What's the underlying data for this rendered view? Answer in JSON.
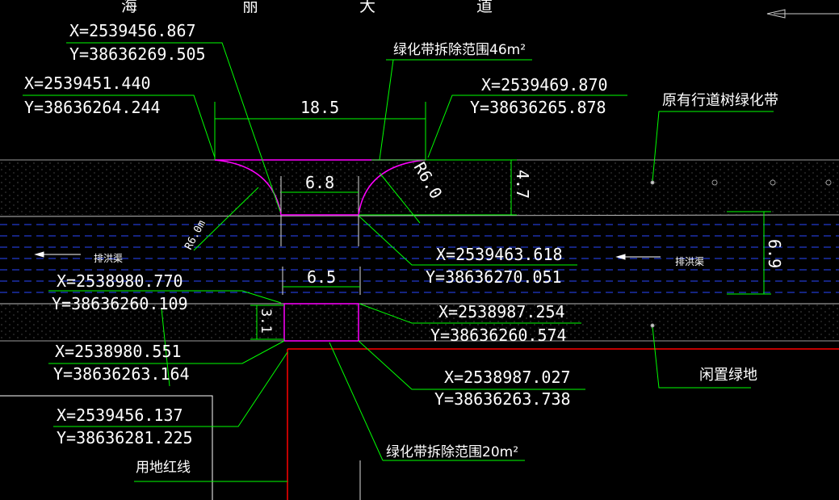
{
  "road_name_chars": [
    "海",
    "丽",
    "大",
    "道"
  ],
  "coords": {
    "c1": {
      "x": "X=2539456.867",
      "y": "Y=38636269.505"
    },
    "c2": {
      "x": "X=2539451.440",
      "y": "Y=38636264.244"
    },
    "c3": {
      "x": "X=2539469.870",
      "y": "Y=38636265.878"
    },
    "c4": {
      "x": "X=2539463.618",
      "y": "Y=38636270.051"
    },
    "c5": {
      "x": "X=2538980.770",
      "y": "Y=38636260.109"
    },
    "c6": {
      "x": "X=2538987.254",
      "y": "Y=38636260.574"
    },
    "c7": {
      "x": "X=2538980.551",
      "y": "Y=38636263.164"
    },
    "c8": {
      "x": "X=2538987.027",
      "y": "Y=38636263.738"
    },
    "c9": {
      "x": "X=2539456.137",
      "y": "Y=38636281.225"
    }
  },
  "labels": {
    "greenbelt_removal_top": "绿化带拆除范围46m²",
    "greenbelt_removal_bottom": "绿化带拆除范围20m²",
    "original_street_tree_belt": "原有行道树绿化带",
    "idle_green_land": "闲置绿地",
    "drainage_left": "排洪渠",
    "drainage_right": "排洪渠",
    "land_red_line": "用地红线"
  },
  "dimensions": {
    "top_width": "18.5",
    "inner_top": "6.8",
    "inner_bottom": "6.5",
    "height_right_small": "4.7",
    "channel_width": "6.9",
    "small_height": "3.1",
    "radius_right": "R6.0",
    "radius_left": "R6.0m"
  },
  "colors": {
    "background": "#000000",
    "leader": "#00ff00",
    "outline": "#ff00ff",
    "red_line": "#ff0000",
    "water_dash": "#2a49ff",
    "text": "#ffffff"
  }
}
